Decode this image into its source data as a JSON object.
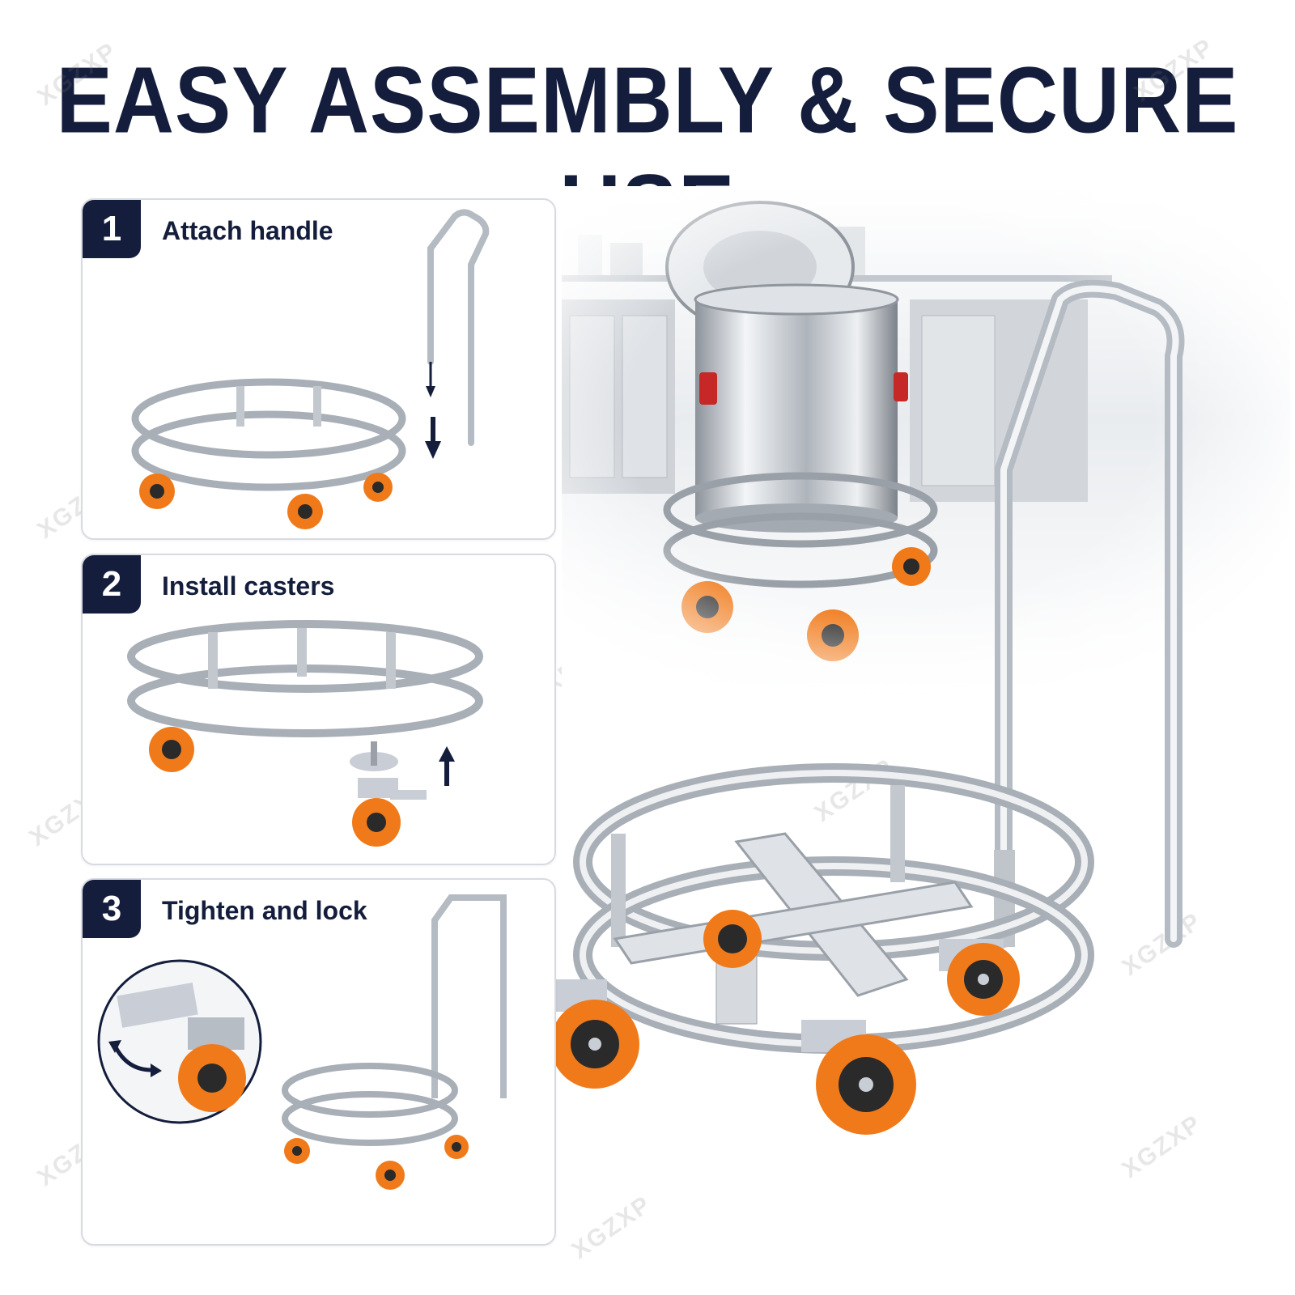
{
  "headline": "EASY ASSEMBLY & SECURE USE",
  "watermark": "XGZXP",
  "steps": [
    {
      "number": "1",
      "label": "Attach handle"
    },
    {
      "number": "2",
      "label": "Install casters"
    },
    {
      "number": "3",
      "label": "Tighten and lock"
    }
  ],
  "colors": {
    "navy": "#141e3c",
    "caster_orange": "#f07a1a",
    "steel": "#c9ced6"
  }
}
